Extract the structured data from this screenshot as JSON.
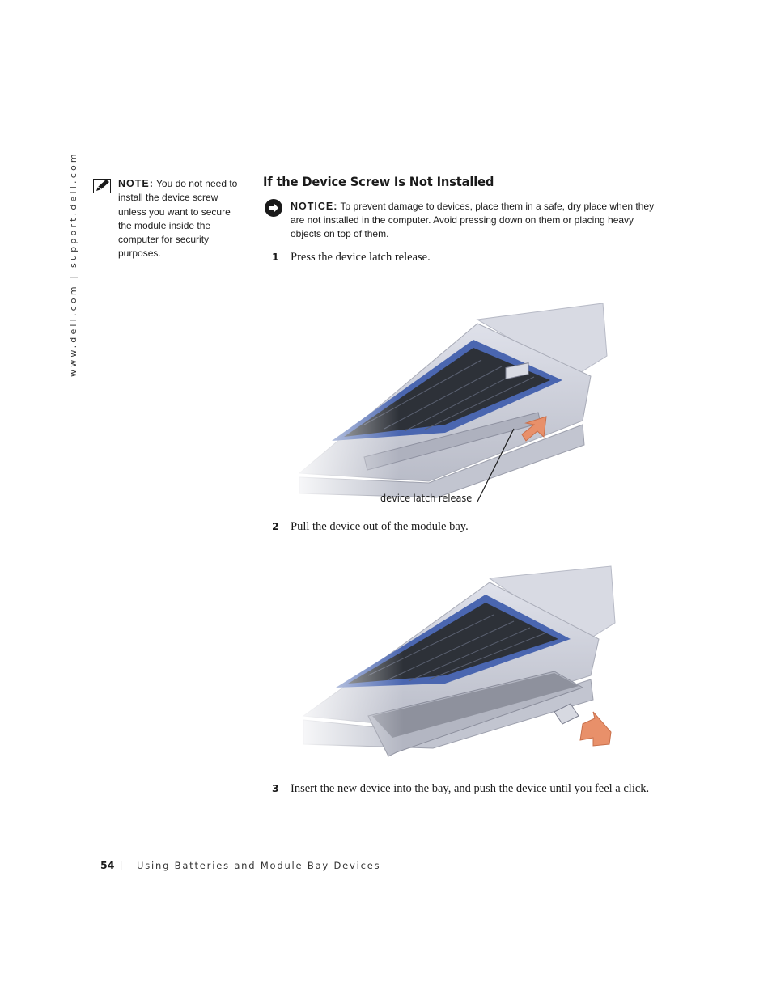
{
  "sidebar": {
    "url": "www.dell.com | support.dell.com"
  },
  "note": {
    "icon": "pencil-note-icon",
    "label": "NOTE:",
    "text": "You do not need to install the device screw unless you want to secure the module inside the computer for security purposes."
  },
  "section": {
    "title": "If the Device Screw Is Not Installed"
  },
  "notice": {
    "icon": "notice-arrow-icon",
    "label": "NOTICE:",
    "text": "To prevent damage to devices, place them in a safe, dry place when they are not installed in the computer. Avoid pressing down on them or placing heavy objects on top of them."
  },
  "steps": [
    {
      "number": "1",
      "text": "Press the device latch release."
    },
    {
      "number": "2",
      "text": "Pull the device out of the module bay."
    },
    {
      "number": "3",
      "text": "Insert the new device into the bay, and push the device until you feel a click."
    }
  ],
  "figure1": {
    "callout": "device latch release"
  },
  "footer": {
    "page_number": "54",
    "separator": "|",
    "title": "Using Batteries and Module Bay Devices"
  },
  "colors": {
    "arrow": "#e8906a",
    "keyboard_trim": "#4a66b0",
    "chassis": "#c9ccd6"
  }
}
